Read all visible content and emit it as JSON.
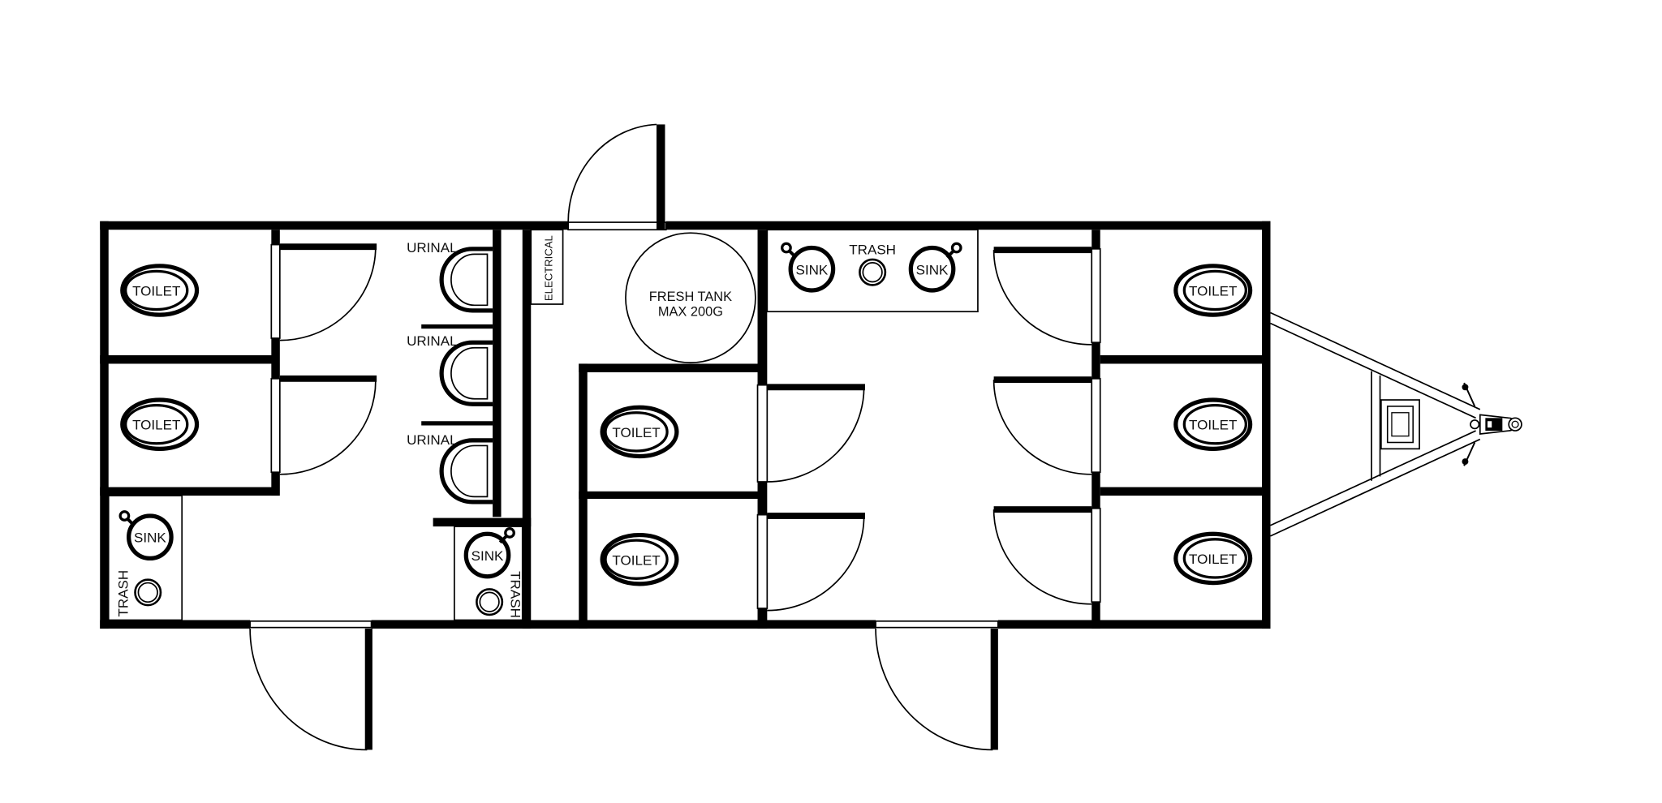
{
  "labels": {
    "toilet": "TOILET",
    "urinal": "URINAL",
    "sink": "SINK",
    "trash": "TRASH",
    "electrical": "ELECTRICAL",
    "fresh_tank_line1": "FRESH TANK",
    "fresh_tank_line2": "MAX 200G"
  },
  "colors": {
    "wall": "#000000",
    "background": "#ffffff"
  }
}
